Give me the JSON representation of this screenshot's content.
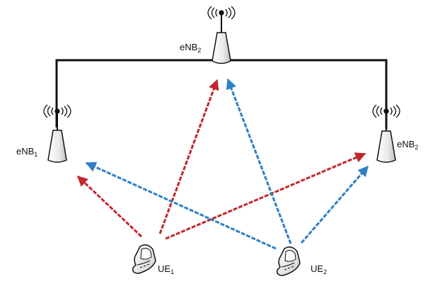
{
  "colors": {
    "uplink_red": "#c0282d",
    "uplink_blue": "#2e7fc6",
    "backhaul": "#111111",
    "device_fill": "#f2f2f2",
    "outline": "#1a1a1a"
  },
  "icons": {
    "base_station": "base-station-icon",
    "signal": "radio-waves-icon",
    "handset": "mobile-phone-icon"
  },
  "labels": {
    "enb_left": {
      "base": "eNB",
      "sub": "1"
    },
    "enb_top": {
      "base": "eNB",
      "sub": "2"
    },
    "enb_right": {
      "base": "eNB",
      "sub": "2"
    },
    "ue1": {
      "base": "UE",
      "sub": "1"
    },
    "ue2": {
      "base": "UE",
      "sub": "2"
    }
  }
}
